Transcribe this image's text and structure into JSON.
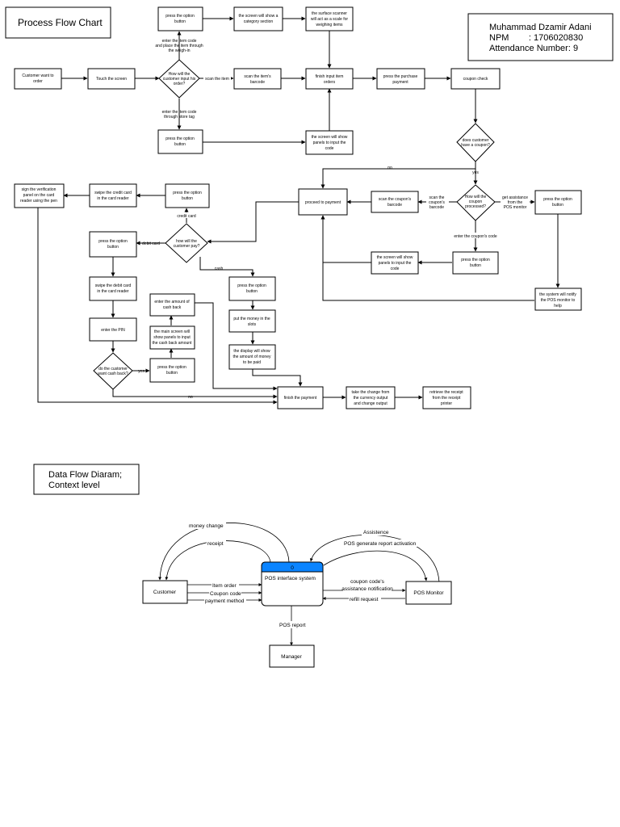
{
  "titles": {
    "process_flow": "Process Flow Chart",
    "dfd": [
      "Data Flow Diaram;",
      "Context level"
    ]
  },
  "author": {
    "name": "Muhammad Dzamir Adani",
    "npm": "NPM        : 1706020830",
    "attendance": "Attendance Number: 9"
  },
  "process": {
    "customer_want": [
      "Customer want to",
      "order"
    ],
    "touch_screen": [
      "Touch the screen"
    ],
    "input_decision": [
      "How will the",
      "customer input his",
      "order?"
    ],
    "press_top": [
      "press the option",
      "button"
    ],
    "category": [
      "the screen will show a",
      "category section"
    ],
    "scanner": [
      "the surface scanner",
      "will act as a scale for",
      "weighing items"
    ],
    "scan_barcode": [
      "scan the item's",
      "barcode"
    ],
    "finish_input": [
      "finish input item",
      "orders"
    ],
    "press_purchase": [
      "press the purchase",
      "payment"
    ],
    "coupon_check": [
      "coupon check"
    ],
    "press_bottom": [
      "press the option",
      "button"
    ],
    "panels_input_code": [
      "the screen will show",
      "panels to input the",
      "code"
    ],
    "has_coupon": [
      "does customer",
      "have a coupon?"
    ],
    "coupon_processed": [
      "How will the",
      "coupon",
      "processed?"
    ],
    "scan_coupon": [
      "scan the coupon's",
      "barcode"
    ],
    "proceed_payment": [
      "proceed to payment"
    ],
    "press_assist": [
      "press the option",
      "button"
    ],
    "press_coupon_code": [
      "press the option",
      "button"
    ],
    "panels_coupon_code": [
      "the screen will show",
      "panels to input the",
      "code"
    ],
    "notify_monitor": [
      "the system will notify",
      "the POS monitor to",
      "help"
    ],
    "pay_decision": [
      "how will the",
      "customer pay?"
    ],
    "press_credit": [
      "press the option",
      "button"
    ],
    "swipe_credit": [
      "swipe the credit card",
      "in the card reader"
    ],
    "sign_verify": [
      "sign the verification",
      "panel on the card",
      "reader using the pen"
    ],
    "press_debit": [
      "press the option",
      "button"
    ],
    "swipe_debit": [
      "swipe the debit card",
      "in the card reader"
    ],
    "enter_pin": [
      "enter the PIN"
    ],
    "cashback_decision": [
      "do the customer",
      "want cash back?"
    ],
    "press_cashback": [
      "press the option",
      "button"
    ],
    "panels_cashback": [
      "the main screen will",
      "show panels to input",
      "the cash back amount"
    ],
    "enter_cashback": [
      "enter the amount of",
      "cash back"
    ],
    "press_cash": [
      "press the option",
      "button"
    ],
    "put_money": [
      "put the money in the",
      "slots"
    ],
    "display_money": [
      "the display will show",
      "the amount of money",
      "to be paid"
    ],
    "finish_payment": [
      "finish the payment"
    ],
    "take_change": [
      "take the change from",
      "the currency output",
      "and change output"
    ],
    "retrieve_receipt": [
      "retrieve the receipt",
      "from the receipt",
      "printer"
    ]
  },
  "edges": {
    "weigh_in": [
      "enter the item code",
      "and place the item through",
      "the weigh-in"
    ],
    "scan_item": [
      "scan the item"
    ],
    "store_tag": [
      "enter the item code",
      "through store tag"
    ],
    "no": [
      "no"
    ],
    "yes": [
      "yes"
    ],
    "scan_coupon": [
      "scan the",
      "coupon's",
      "barcode"
    ],
    "get_assist": [
      "get assistance",
      "from the",
      "POS monitor"
    ],
    "enter_coupon_code": [
      "enter the coupon's code"
    ],
    "credit_card": [
      "credit card"
    ],
    "debit_card": [
      "debit card"
    ],
    "cash": [
      "cash"
    ],
    "yes_cashback": [
      "yes"
    ],
    "no_cashback": [
      "no"
    ]
  },
  "dfd": {
    "customer": "Customer",
    "system_id": "0",
    "system": "POS interface system",
    "monitor": "POS Monitor",
    "manager": "Manager",
    "money_change": "money change",
    "receipt": "receipt",
    "item_order": "Item order",
    "coupon_code": "Coupon code",
    "payment_method": "payment method",
    "assistence": "Assistence",
    "report_activation": "POS generate report activation",
    "coupon_notification": [
      "coupon code's",
      "assistance notification"
    ],
    "refill_request": "refill request",
    "pos_report": "POS report"
  },
  "colors": {
    "process_header": "#0a84ff",
    "lines": "#000000",
    "boxes": "#ffffff"
  }
}
